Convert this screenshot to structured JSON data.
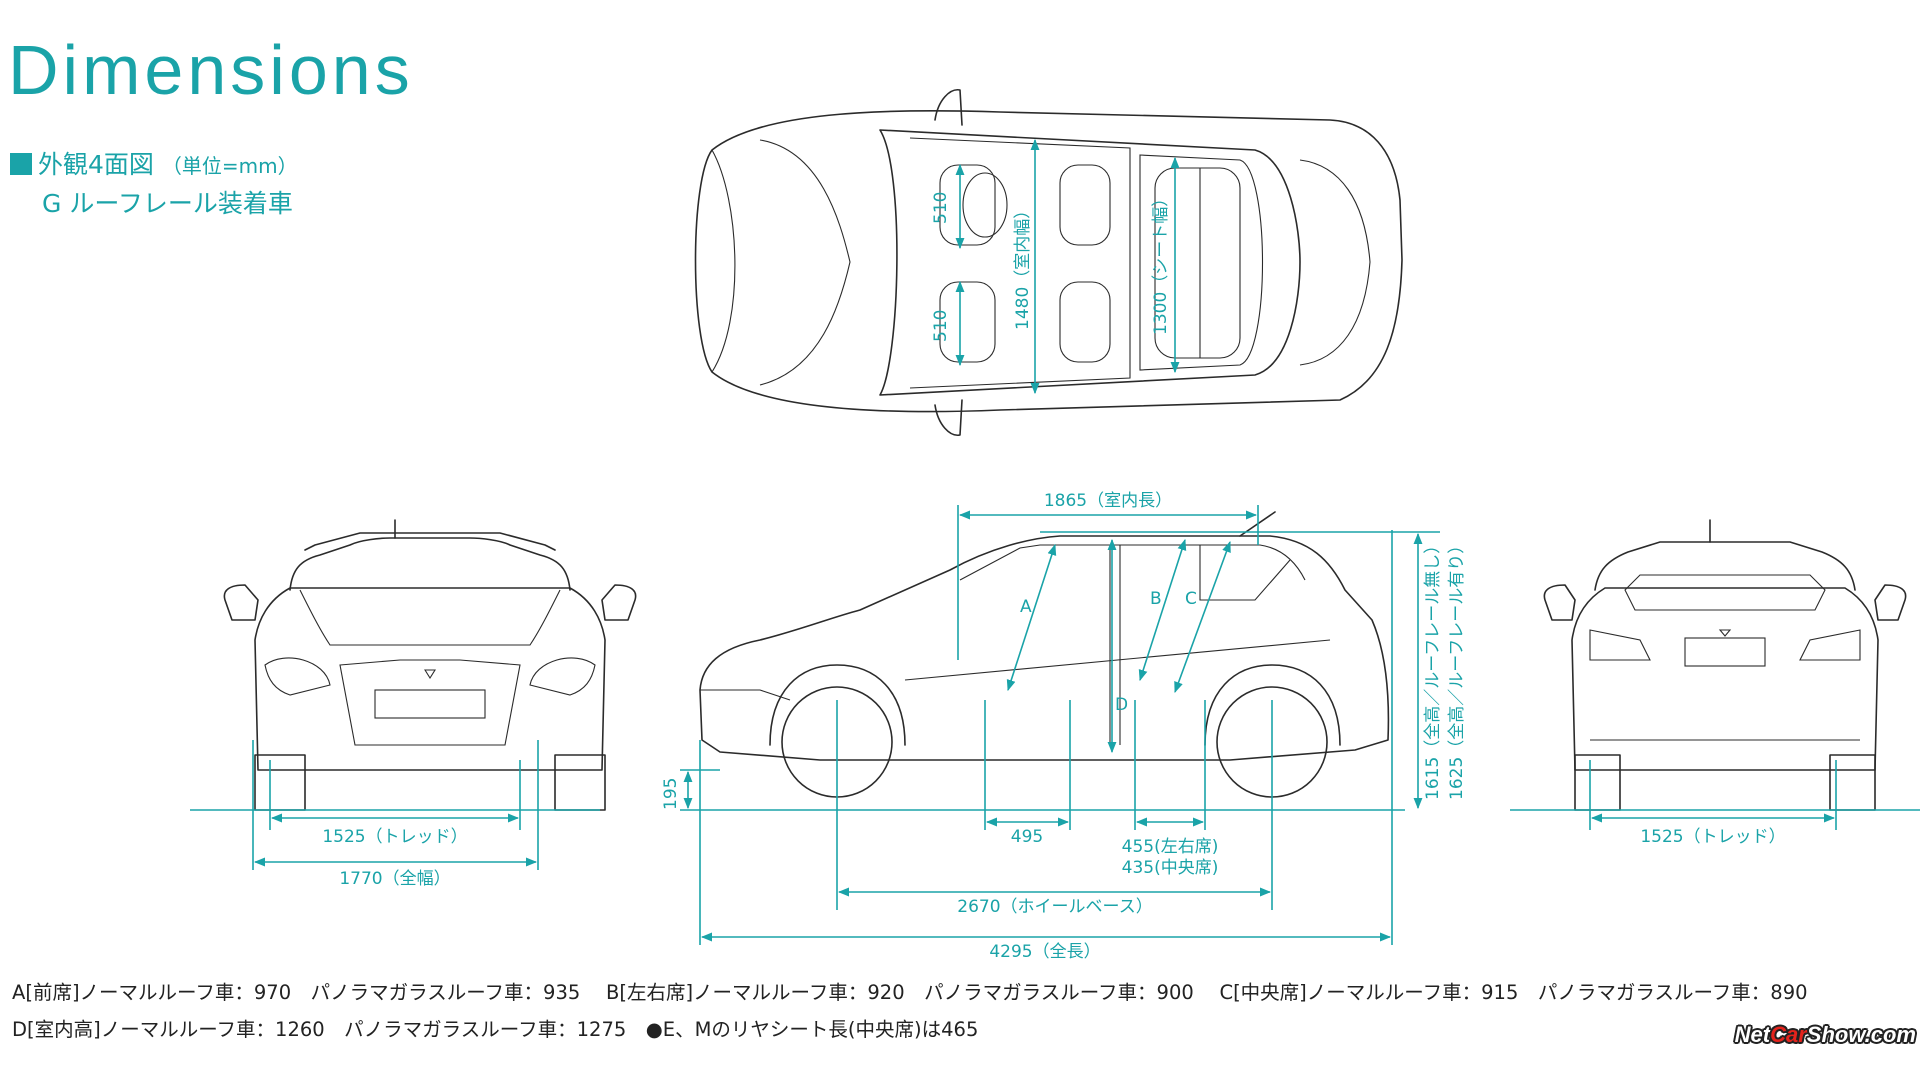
{
  "title": "Dimensions",
  "subtitle": {
    "line1_main": "外観4面図",
    "line1_unit": "（単位=mm）",
    "line2": "G ルーフレール装着車"
  },
  "top_view": {
    "front_seat_width_1": "510",
    "front_seat_width_2": "510",
    "cabin_width": "1480（室内幅）",
    "seat_width": "1300（シート幅）"
  },
  "front_view": {
    "tread": "1525（トレッド）",
    "overall_width": "1770（全幅）"
  },
  "side_view": {
    "cabin_length": "1865（室内長）",
    "label_a": "A",
    "label_b": "B",
    "label_c": "C",
    "label_d": "D",
    "ground_clearance": "195",
    "front_seat_dim": "495",
    "rear_seat_dim_1": "455(左右席)",
    "rear_seat_dim_2": "435(中央席)",
    "wheelbase": "2670（ホイールベース）",
    "overall_length": "4295（全長）",
    "height_1": "1615（全高／ルーフレール無し）",
    "height_2": "1625（全高／ルーフレール有り）"
  },
  "rear_view": {
    "tread": "1525（トレッド）"
  },
  "notes": {
    "line1": "A[前席]ノーマルルーフ車：970　パノラマガラスルーフ車：935　 B[左右席]ノーマルルーフ車：920　パノラマガラスルーフ車：900　 C[中央席]ノーマルルーフ車：915　パノラマガラスルーフ車：890",
    "line2": "D[室内高]ノーマルルーフ車：1260　パノラマガラスルーフ車：1275　●E、Mのリヤシート長(中央席)は465"
  },
  "watermark": {
    "part1": "Net",
    "part2": "Car",
    "part3": "Show.com"
  },
  "colors": {
    "accent": "#1aa3a8",
    "ink": "#2b2b2b"
  }
}
